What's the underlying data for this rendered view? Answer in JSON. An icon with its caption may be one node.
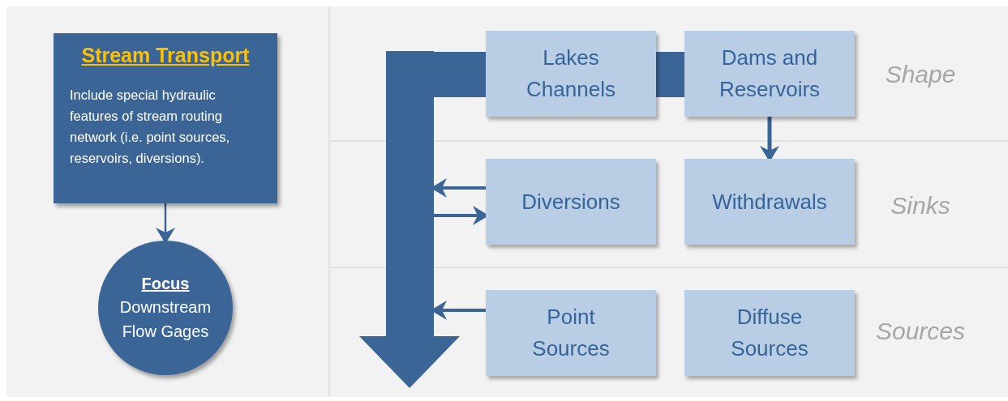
{
  "diagram": {
    "nodes": [
      {
        "text": [
          "Stream Transport",
          "Include special hydraulic features of stream routing network (i.e. point sources, reservoirs, diversions)."
        ]
      },
      {
        "text": [
          "Focus",
          "Downstream Flow Gages"
        ]
      },
      {
        "text": [
          "Lakes Channels"
        ]
      },
      {
        "text": [
          "Dams and Reservoirs"
        ]
      },
      {
        "text": [
          "Diversions"
        ]
      },
      {
        "text": [
          "Withdrawals"
        ]
      },
      {
        "text": [
          "Point Sources"
        ]
      },
      {
        "text": [
          "Diffuse Sources"
        ]
      },
      {
        "text": [],
        "shape": "arrow"
      }
    ],
    "edges": [
      {
        "from": 0,
        "to": 1,
        "arrow": "to"
      },
      {
        "from": 3,
        "to": 2,
        "arrow": "none",
        "style": "thick"
      },
      {
        "from": 2,
        "to": 8,
        "arrow": "none",
        "style": "thick"
      },
      {
        "from": 3,
        "to": 5,
        "arrow": "to"
      },
      {
        "from": 4,
        "to": 8,
        "arrow": "to"
      },
      {
        "from": 8,
        "to": 4,
        "arrow": "to"
      },
      {
        "from": 6,
        "to": 8,
        "arrow": "to"
      }
    ],
    "labels": [
      "Shape",
      "Sinks",
      "Sources"
    ]
  }
}
